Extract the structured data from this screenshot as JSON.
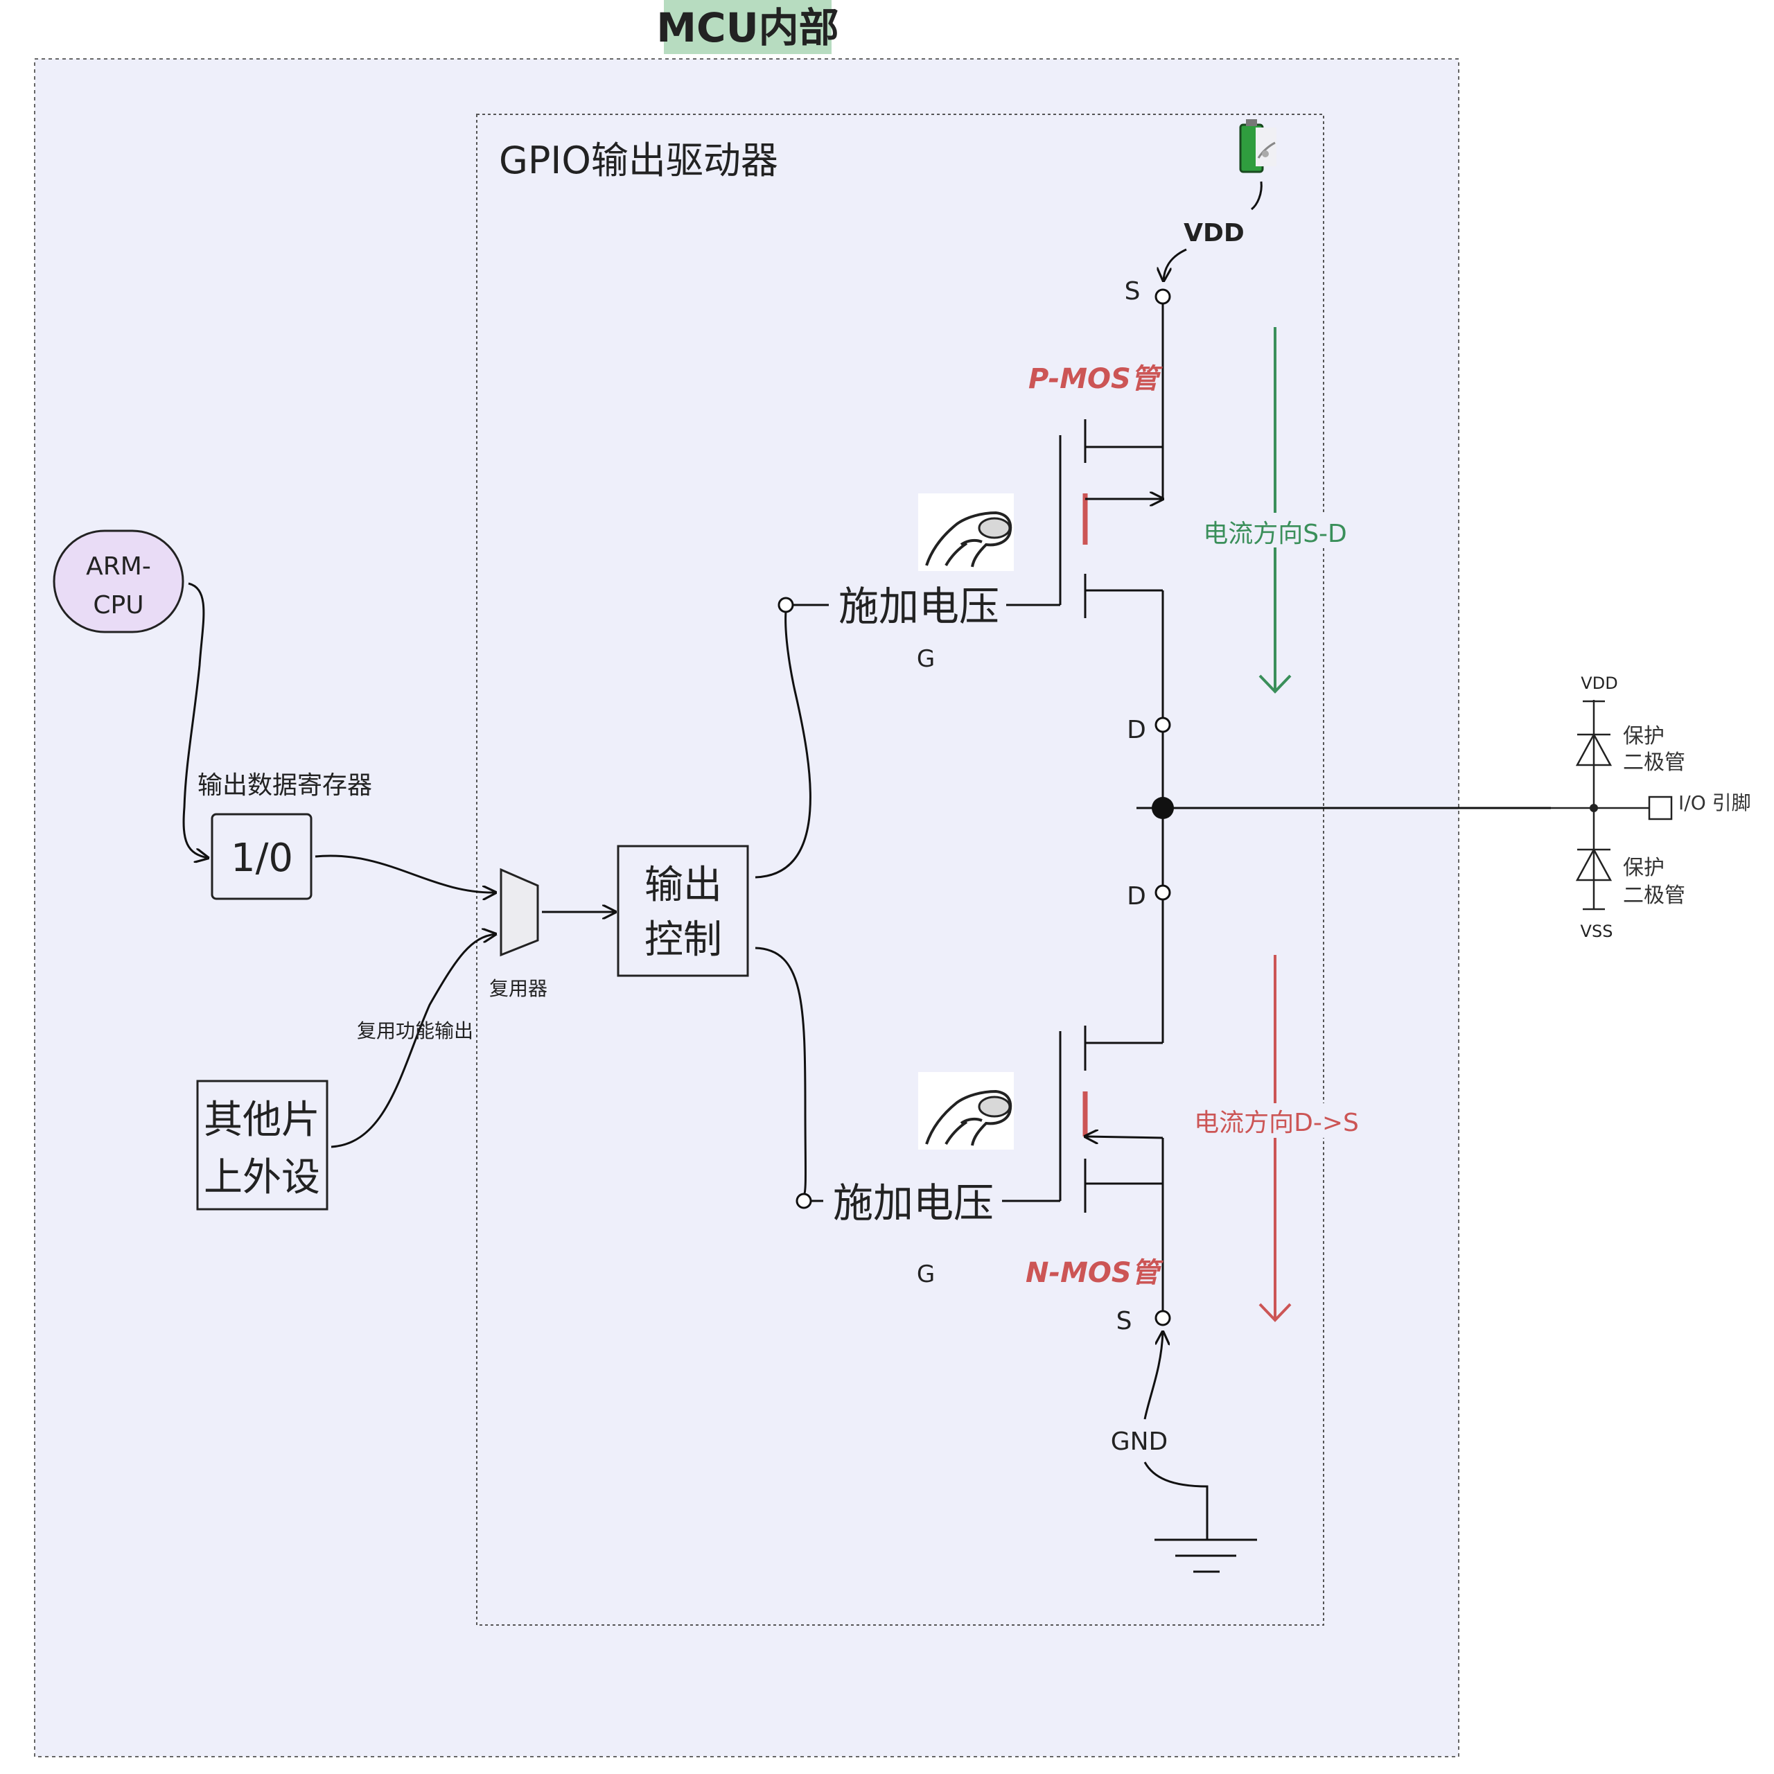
{
  "mcu": {
    "title": "MCU内部",
    "title_bg": "#b7dcc0",
    "panel_bg": "#eeeffa"
  },
  "gpio": {
    "title": "GPIO输出驱动器"
  },
  "cpu": {
    "line1": "ARM-",
    "line2": "CPU",
    "fill": "#e9dcf6"
  },
  "register": {
    "label": "输出数据寄存器",
    "value": "1/0"
  },
  "peripheral": {
    "line1": "其他片",
    "line2": "上外设"
  },
  "mux": {
    "label": "复用器",
    "alt_label": "复用功能输出"
  },
  "control": {
    "line1": "输出",
    "line2": "控制"
  },
  "pmos": {
    "name": "P-MOS管",
    "gate_label": "施加电压",
    "g": "G",
    "s": "S",
    "d": "D",
    "supply": "VDD",
    "current": "电流方向S-D",
    "current_color": "#3a8f5a"
  },
  "nmos": {
    "name": "N-MOS管",
    "gate_label": "施加电压",
    "g": "G",
    "s": "S",
    "d": "D",
    "ground": "GND",
    "current": "电流方向D->S",
    "current_color": "#cc5555"
  },
  "mos_name_color": "#cc5555",
  "io": {
    "vdd": "VDD",
    "vss": "VSS",
    "diode_top": [
      "保护",
      "二极管"
    ],
    "diode_bottom": [
      "保护",
      "二极管"
    ],
    "pin": "I/O 引脚"
  },
  "icons": [
    "battery-icon",
    "hand-press-icon",
    "ground-icon",
    "diode-icon"
  ]
}
